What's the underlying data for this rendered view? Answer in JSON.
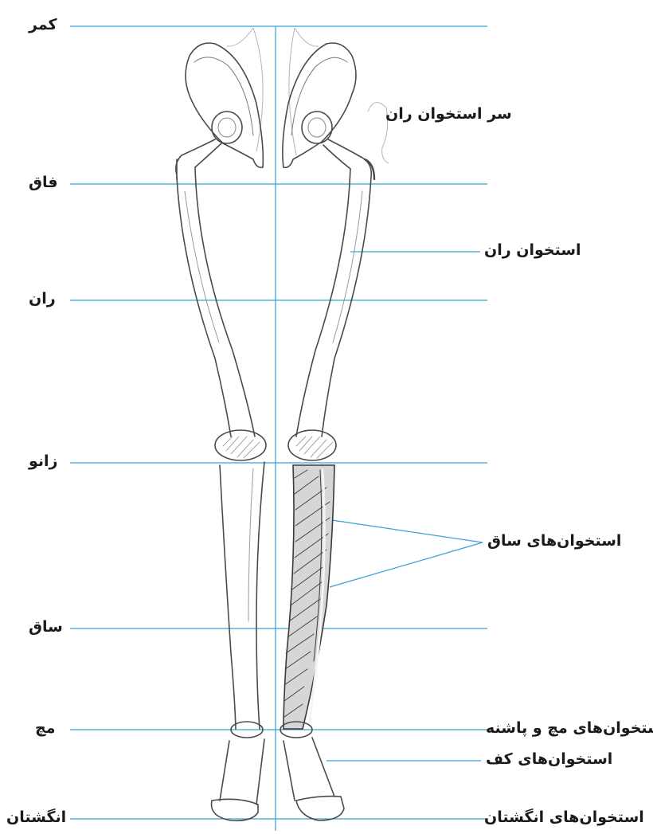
{
  "colors": {
    "guide_line": "#3aa0d4",
    "bone_outline": "#4a4a4a",
    "bone_faint": "#9a9a9a",
    "hatch": "#3a3a3a",
    "text": "#1a1a1a"
  },
  "left_labels": {
    "waist": "کمر",
    "hip": "فاق",
    "thigh": "ران",
    "knee": "زانو",
    "shin": "ساق",
    "ankle": "مچ",
    "toes": "انگشتان"
  },
  "right_labels": {
    "femur_head": "سر استخوان ران",
    "femur": "استخوان ران",
    "leg_bones": "استخوان‌های ساق",
    "ankle_heel_bones": "استخوان‌های مچ و پاشنه",
    "sole_bones": "استخوان‌های کف",
    "toe_bones": "استخوان‌های انگشتان"
  },
  "icons": {
    "skeleton": "legs-skeleton-icon"
  }
}
